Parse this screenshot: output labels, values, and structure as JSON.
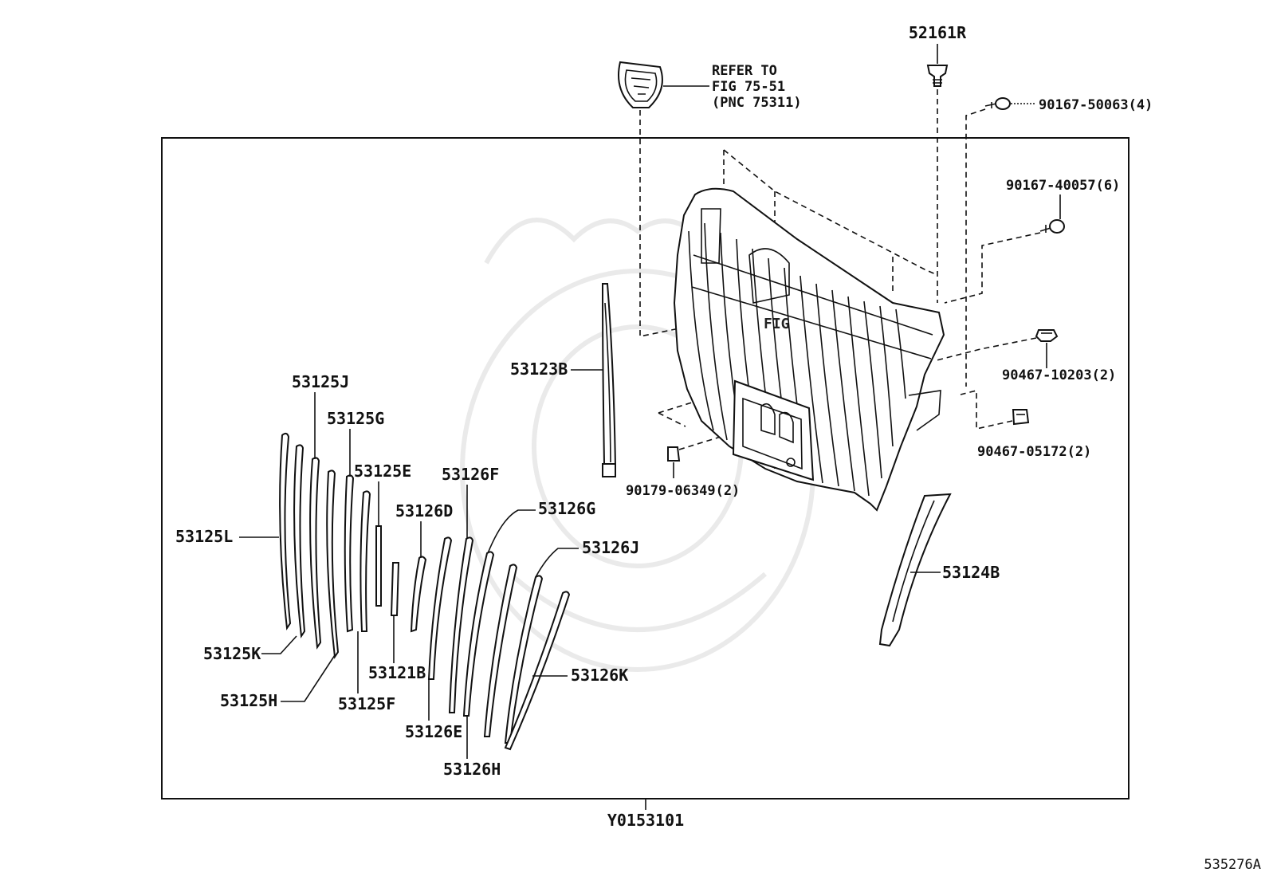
{
  "diagram": {
    "figure_code": "535276A",
    "assembly_label": "Y0153101",
    "emblem_refer": [
      "REFER TO",
      "FIG 75-51",
      "(PNC 75311)"
    ],
    "callouts": {
      "p52161R": "52161R",
      "p90167_50063": "90167-50063(4)",
      "p90167_40057": "90167-40057(6)",
      "p90467_10203": "90467-10203(2)",
      "p90467_05172": "90467-05172(2)",
      "p90179_06349": "90179-06349(2)",
      "p53123B": "53123B",
      "p53124B": "53124B",
      "p53125J": "53125J",
      "p53125G": "53125G",
      "p53125E": "53125E",
      "p53126F": "53126F",
      "p53126D": "53126D",
      "p53126G": "53126G",
      "p53125L": "53125L",
      "p53126J": "53126J",
      "p53125K": "53125K",
      "p53121B": "53121B",
      "p53126K": "53126K",
      "p53125H": "53125H",
      "p53125F": "53125F",
      "p53126E": "53126E",
      "p53126H": "53126H"
    }
  }
}
